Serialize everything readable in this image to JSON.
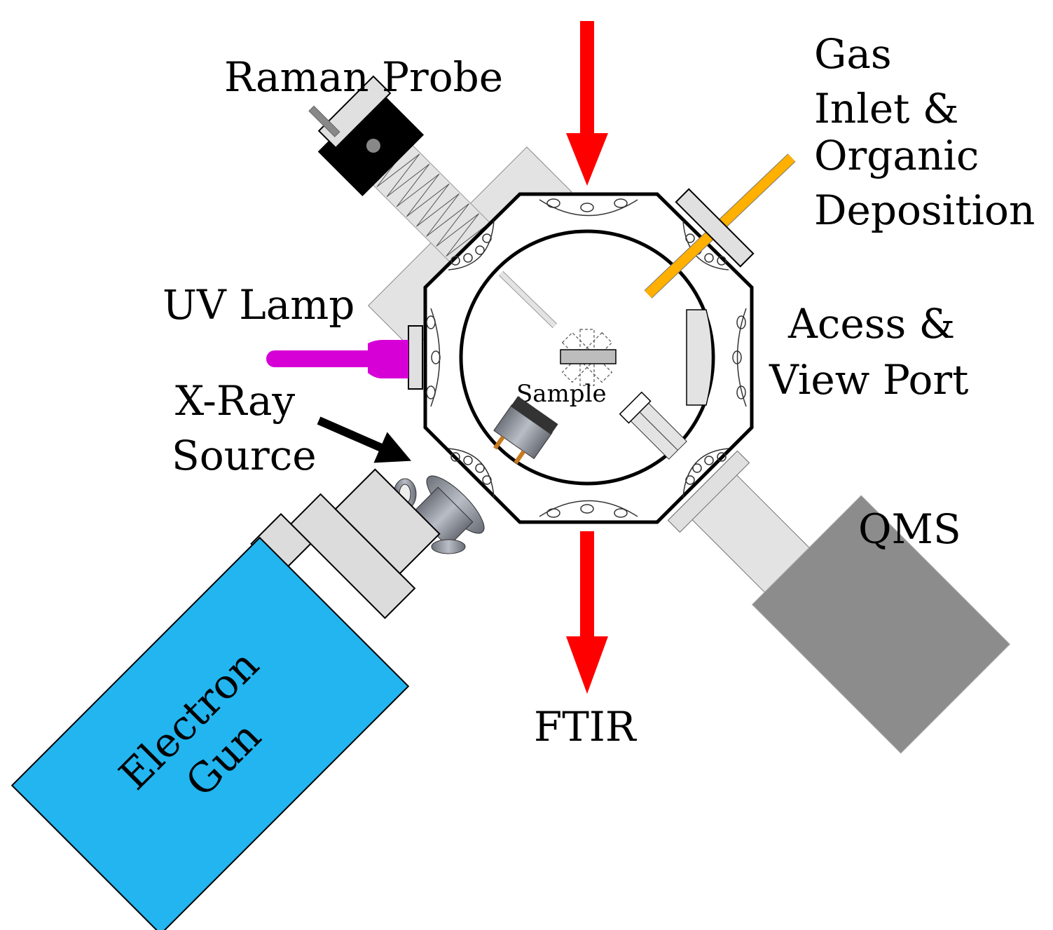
{
  "labels": {
    "raman_probe": "Raman Probe",
    "gas_inlet_line1": "Gas",
    "gas_inlet_line2": "Inlet  &",
    "gas_inlet_line3": "Organic",
    "gas_inlet_line4": "Deposition",
    "uv_lamp": "UV Lamp",
    "xray_line1": "X-Ray",
    "xray_line2": "Source",
    "access_line1": "Acess &",
    "access_line2": "View Port",
    "sample": "Sample",
    "qms": "QMS",
    "ftir": "FTIR",
    "egun_line1": "Electron",
    "egun_line2": "Gun"
  },
  "colors": {
    "ftir_arrow": "#ff0000",
    "electron_gun": "#22b5f0",
    "uv_lamp": "#d600d6",
    "gas_inlet": "#ffb000",
    "qms_body": "#8c8c8c",
    "flange": "#e0e0e0",
    "raman_head": "#000000"
  }
}
